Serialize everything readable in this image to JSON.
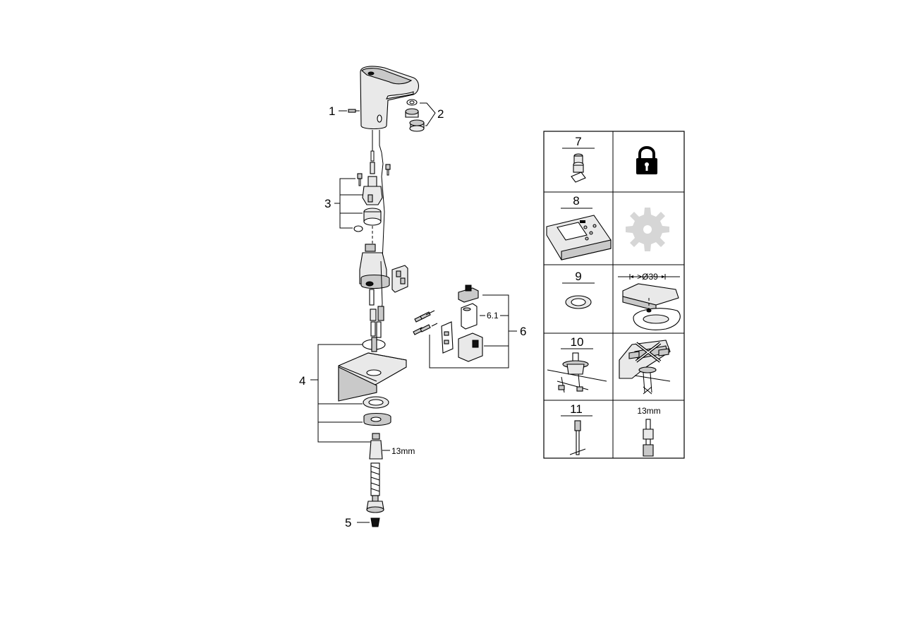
{
  "callouts": {
    "c1": "1",
    "c2": "2",
    "c3": "3",
    "c4": "4",
    "c5": "5",
    "c6": "6",
    "c6_1": "6.1",
    "wrench_size": "13mm"
  },
  "table": {
    "rows": [
      {
        "num": "7",
        "right_icon": "padlock-icon"
      },
      {
        "num": "8",
        "right_icon": "gear-icon"
      },
      {
        "num": "9",
        "right_text": ">Ø39"
      },
      {
        "num": "10",
        "right_icon": "basin-mounting-icon"
      },
      {
        "num": "11",
        "right_text": "13mm"
      }
    ]
  },
  "colors": {
    "line": "#000000",
    "fill_light": "#e9e9e9",
    "fill_mid": "#c9c9c9",
    "fill_grey": "#d6d6d6"
  }
}
